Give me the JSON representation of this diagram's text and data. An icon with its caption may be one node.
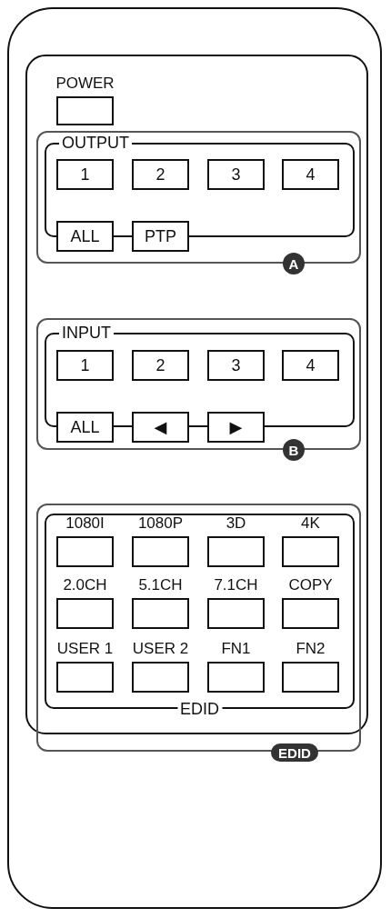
{
  "diagram": {
    "nodes": [
      {
        "text": [],
        "shape": "box"
      },
      {
        "text": [],
        "shape": "box",
        "in": 0
      },
      {
        "text": [
          "POWER"
        ],
        "in": 1
      },
      {
        "text": [],
        "shape": "box",
        "in": 1
      },
      {
        "text": [
          "OUTPUT"
        ],
        "in": 3
      },
      {
        "text": [
          "1"
        ],
        "in": 4
      },
      {
        "text": [
          "2"
        ],
        "in": 4
      },
      {
        "text": [
          "3"
        ],
        "in": 4
      },
      {
        "text": [
          "4"
        ],
        "in": 4
      },
      {
        "text": [
          "ALL"
        ],
        "in": 3
      },
      {
        "text": [
          "PTP"
        ],
        "in": 3
      },
      {
        "text": [
          "A"
        ],
        "in": 1
      },
      {
        "text": [],
        "shape": "box",
        "in": 1
      },
      {
        "text": [
          "INPUT"
        ],
        "in": 12
      },
      {
        "text": [
          "1"
        ],
        "in": 13
      },
      {
        "text": [
          "2"
        ],
        "in": 13
      },
      {
        "text": [
          "3"
        ],
        "in": 13
      },
      {
        "text": [
          "4"
        ],
        "in": 13
      },
      {
        "text": [
          "ALL"
        ],
        "in": 12
      },
      {
        "text": [
          "◀"
        ],
        "in": 12
      },
      {
        "text": [
          "▶"
        ],
        "in": 12
      },
      {
        "text": [
          "B"
        ],
        "in": 1
      },
      {
        "text": [],
        "shape": "box",
        "in": 0
      },
      {
        "text": [
          "EDID"
        ],
        "in": 22
      },
      {
        "text": [
          "1080I"
        ],
        "in": 23
      },
      {
        "text": [
          "1080P"
        ],
        "in": 23
      },
      {
        "text": [
          "3D"
        ],
        "in": 23
      },
      {
        "text": [
          "4K"
        ],
        "in": 23
      },
      {
        "text": [
          "2.0CH"
        ],
        "in": 23
      },
      {
        "text": [
          "5.1CH"
        ],
        "in": 23
      },
      {
        "text": [
          "7.1CH"
        ],
        "in": 23
      },
      {
        "text": [
          "COPY"
        ],
        "in": 23
      },
      {
        "text": [
          "USER 1"
        ],
        "in": 23
      },
      {
        "text": [
          "USER 2"
        ],
        "in": 23
      },
      {
        "text": [
          "FN1"
        ],
        "in": 23
      },
      {
        "text": [
          "FN2"
        ],
        "in": 23
      },
      {
        "text": [
          "EDID"
        ],
        "in": 0
      }
    ]
  }
}
